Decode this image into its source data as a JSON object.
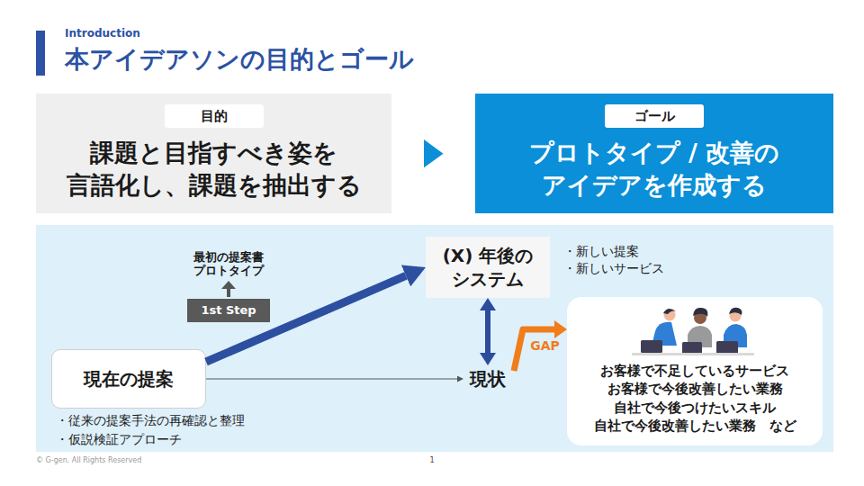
{
  "diagram": {
    "title": "本アイデアソンの目的とゴール",
    "nodes": [
      {
        "text": [
          "目的",
          "課題と目指すべき姿を 言語化し、課題を抽出する"
        ]
      },
      {
        "text": [
          "ゴール",
          "プロトタイプ / 改善の アイデアを作成する"
        ]
      },
      {
        "text": [
          "(X) 年後の システム"
        ]
      },
      {
        "text": [
          "1st Step"
        ]
      },
      {
        "text": [
          "現在の提案"
        ]
      },
      {
        "text": [
          "現状"
        ]
      },
      {
        "text": [
          "お客様で不足しているサービス お客様で今後改善したい業務 自社で今後つけたいスキル 自社で今後改善したい業務　など"
        ]
      }
    ],
    "edges": [
      {
        "from": 0,
        "to": 1,
        "arrow": "to"
      },
      {
        "from": 4,
        "to": 2,
        "arrow": "to"
      },
      {
        "from": 4,
        "to": 5,
        "arrow": "to"
      },
      {
        "from": 2,
        "to": 5,
        "arrow": "both"
      },
      {
        "from": 5,
        "to": 6,
        "arrow": "to",
        "label": "GAP"
      }
    ],
    "labels": [
      "Introduction",
      "最初の提案書 プロトタイプ",
      "・新しい提案",
      "・新しいサービス",
      "・従来の提案手法の再確認と整理",
      "・仮説検証アプローチ",
      "© G-gen. All Rights Reserved",
      "1"
    ]
  }
}
